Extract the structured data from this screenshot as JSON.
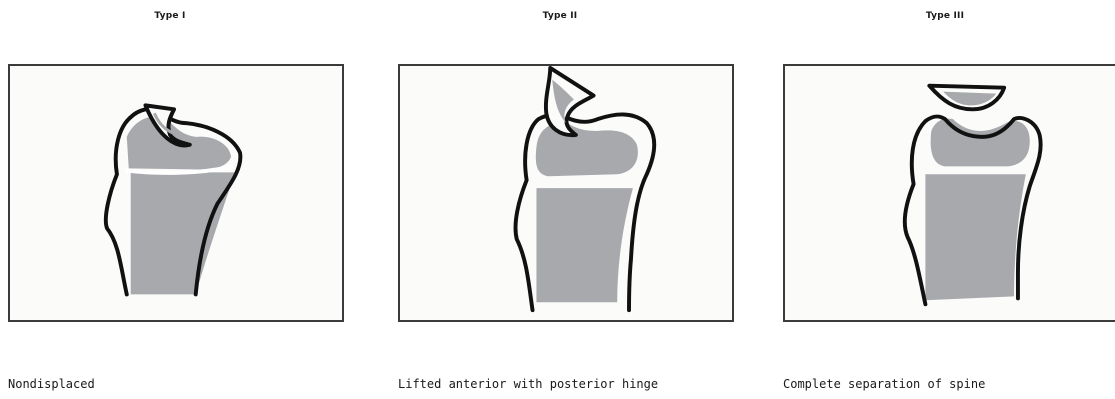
{
  "panels": [
    {
      "type_label": "Type I",
      "caption": "Nondisplaced"
    },
    {
      "type_label": "Type II",
      "caption": "Lifted anterior with posterior hinge"
    },
    {
      "type_label": "Type III",
      "caption": "Complete separation of spine"
    }
  ],
  "colors": {
    "bone_fill": "#a7a9ac",
    "outline": "#111111",
    "frame_border": "#3b3b3b",
    "background": "#fbfbfa"
  }
}
